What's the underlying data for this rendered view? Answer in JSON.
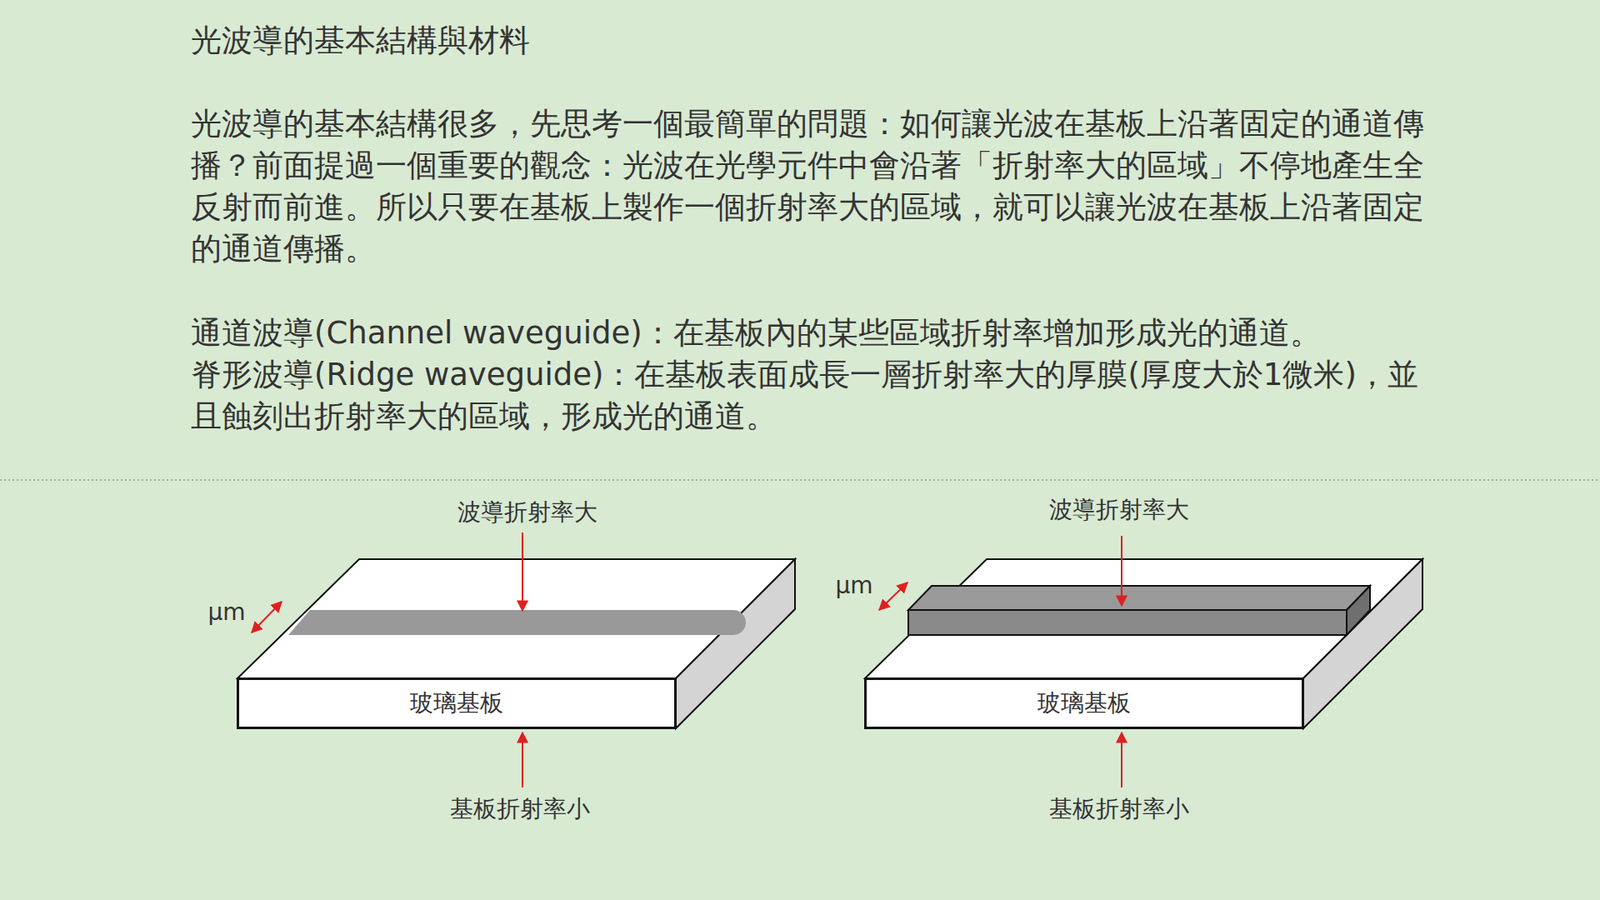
{
  "diagram": {
    "title": "光波導的基本結構與材料",
    "nodes": [
      {
        "text": [
          "玻璃基板"
        ]
      },
      {
        "text": [
          "玻璃基板"
        ]
      }
    ],
    "labels": [
      "光波導的基本結構很多，先思考一個最簡單的問題：如何讓光波在基板上沿著固定的通道傳播？前面提過一個重要的觀念：光波在光學元件中會沿著「折射率大的區域」不停地產生全反射而前進。所以只要在基板上製作一個折射率大的區域，就可以讓光波在基板上沿著固定的通道傳播。",
      "通道波導(Channel waveguide)：在基板內的某些區域折射率增加形成光的通道。",
      "脊形波導(Ridge waveguide)：在基板表面成長一層折射率大的厚膜(厚度大於1微米)，並且蝕刻出折射率大的區域，形成光的通道。",
      "波導折射率大",
      "μm",
      "基板折射率小",
      "波導折射率大",
      "μm",
      "基板折射率小"
    ]
  }
}
